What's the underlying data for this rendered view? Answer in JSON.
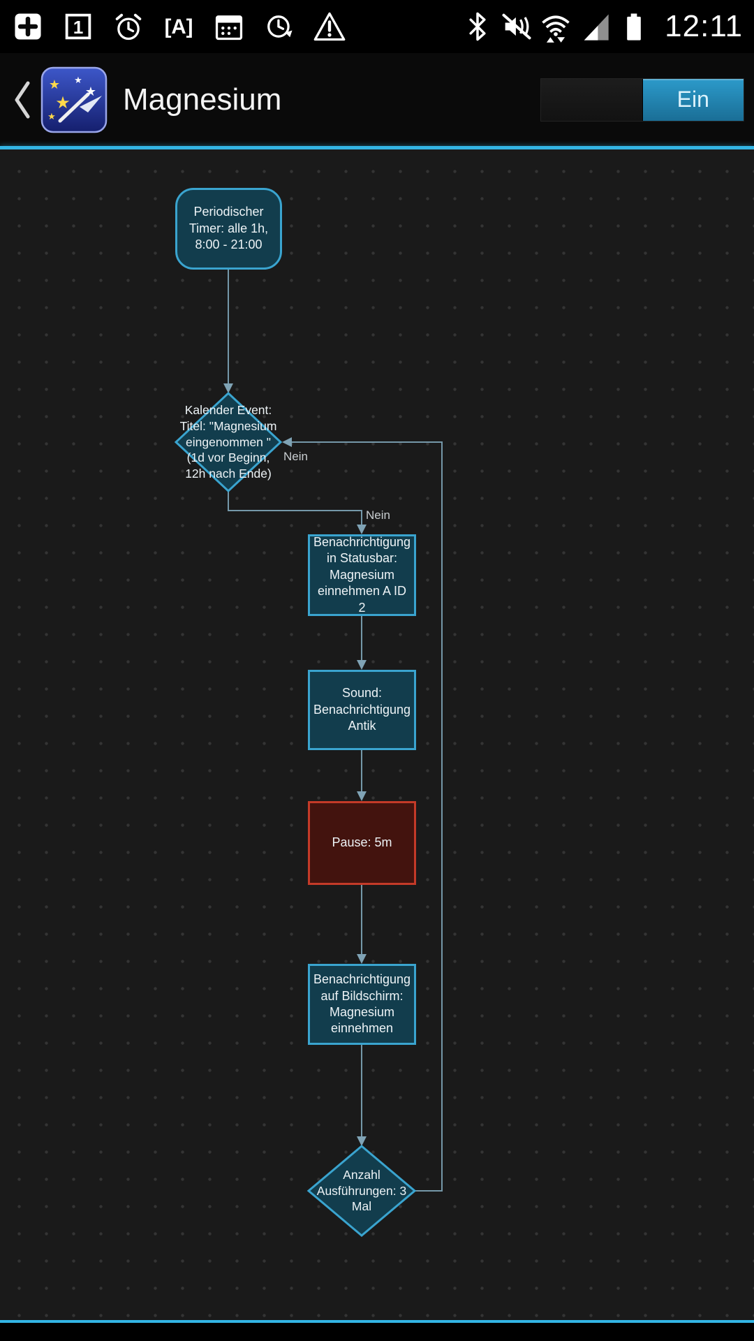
{
  "status_bar": {
    "time": "12:11",
    "calendar_day": "1",
    "auto_text_label": "[A]",
    "left_icons": [
      "add-box-icon",
      "calendar-day-icon",
      "alarm-icon",
      "auto-text-icon",
      "calendar-icon",
      "time-lapse-icon",
      "warning-icon"
    ],
    "right_icons": [
      "bluetooth-icon",
      "mute-vibrate-icon",
      "wifi-icon",
      "signal-icon",
      "battery-icon"
    ]
  },
  "header": {
    "title": "Magnesium",
    "toggle_label": "Ein"
  },
  "colors": {
    "accent": "#33b5e5",
    "node_border": "#3aa4cf",
    "node_fill": "#123d4d",
    "pause_border": "#c43a28",
    "pause_fill": "#43130e",
    "edge": "#7598a9"
  },
  "flow": {
    "nodes": [
      {
        "id": "periodic-timer",
        "type": "trigger",
        "label": "Periodischer\nTimer: alle 1h,\n8:00 - 21:00"
      },
      {
        "id": "kalender-event",
        "type": "condition",
        "label": "Kalender Event:\nTitel: \"Magnesium\neingenommen \"\n(1d vor Beginn,\n12h nach Ende)"
      },
      {
        "id": "statusbar-notification",
        "type": "action",
        "label": "Benachrichtigung\nin Statusbar:\nMagnesium\neinnehmen A ID 2"
      },
      {
        "id": "sound",
        "type": "action",
        "label": "Sound:\nBenachrichtigung\nAntik"
      },
      {
        "id": "pause",
        "type": "action",
        "label": "Pause: 5m"
      },
      {
        "id": "screen-notification",
        "type": "action",
        "label": "Benachrichtigung\nauf Bildschirm:\nMagnesium\neinnehmen"
      },
      {
        "id": "execution-count",
        "type": "condition",
        "label": "Anzahl\nAusführungen: 3\nMal"
      }
    ],
    "edge_labels": {
      "loop": "Nein",
      "to_notification": "Nein"
    }
  }
}
